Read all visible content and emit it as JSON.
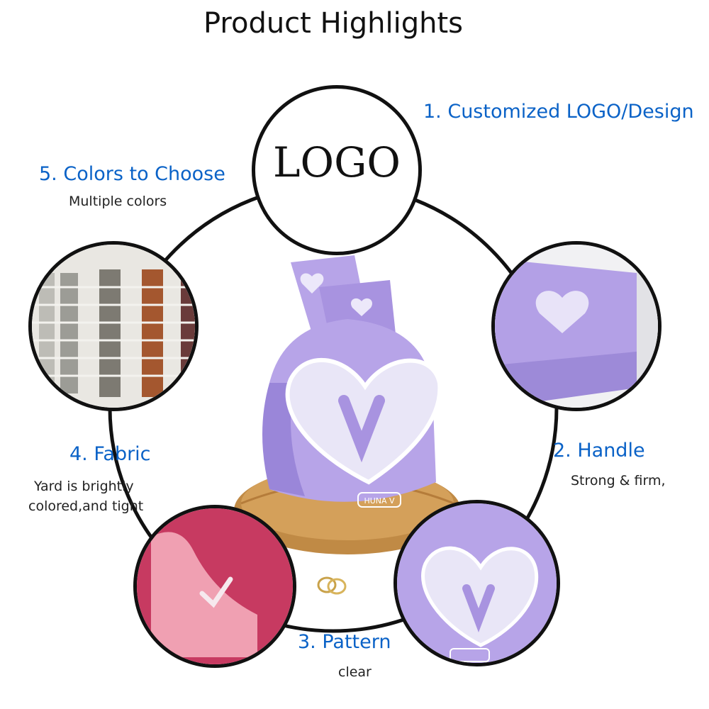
{
  "page_title": "Product Highlights",
  "logo_text": "LOGO",
  "features": [
    {
      "title": "1. Customized LOGO/Design",
      "subtitle": ""
    },
    {
      "title": "2. Handle",
      "subtitle": "Strong & firm,"
    },
    {
      "title": "3. Pattern",
      "subtitle": "clear"
    },
    {
      "title": "4. Fabric",
      "subtitle_lines": [
        "Yard is brightly",
        "colored,and tight"
      ]
    },
    {
      "title": "5. Colors to Choose",
      "subtitle": "Multiple colors"
    }
  ],
  "bag_tag_text": "HUNA V",
  "colors": {
    "accent_blue": "#0a62c7",
    "lavender": "#b7a4e8",
    "lavender_dark": "#9a86d9",
    "heart_white": "#e9e6f7",
    "pink": "#f0a0b2",
    "raspberry": "#c73a61",
    "wood": "#c08a45"
  }
}
